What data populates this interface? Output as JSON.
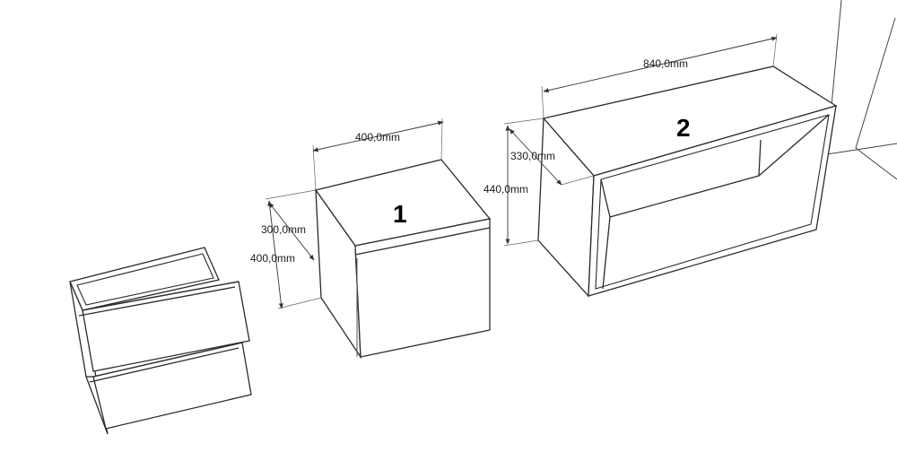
{
  "modules": [
    {
      "id": "cabinet-1",
      "label": "1"
    },
    {
      "id": "shelf-2",
      "label": "2"
    }
  ],
  "dimensions": {
    "cabinet_width": "400,0mm",
    "cabinet_height": "300,0mm",
    "cabinet_depth": "400,0mm",
    "shelf_width": "840,0mm",
    "shelf_height": "440,0mm",
    "shelf_depth": "330,0mm"
  }
}
